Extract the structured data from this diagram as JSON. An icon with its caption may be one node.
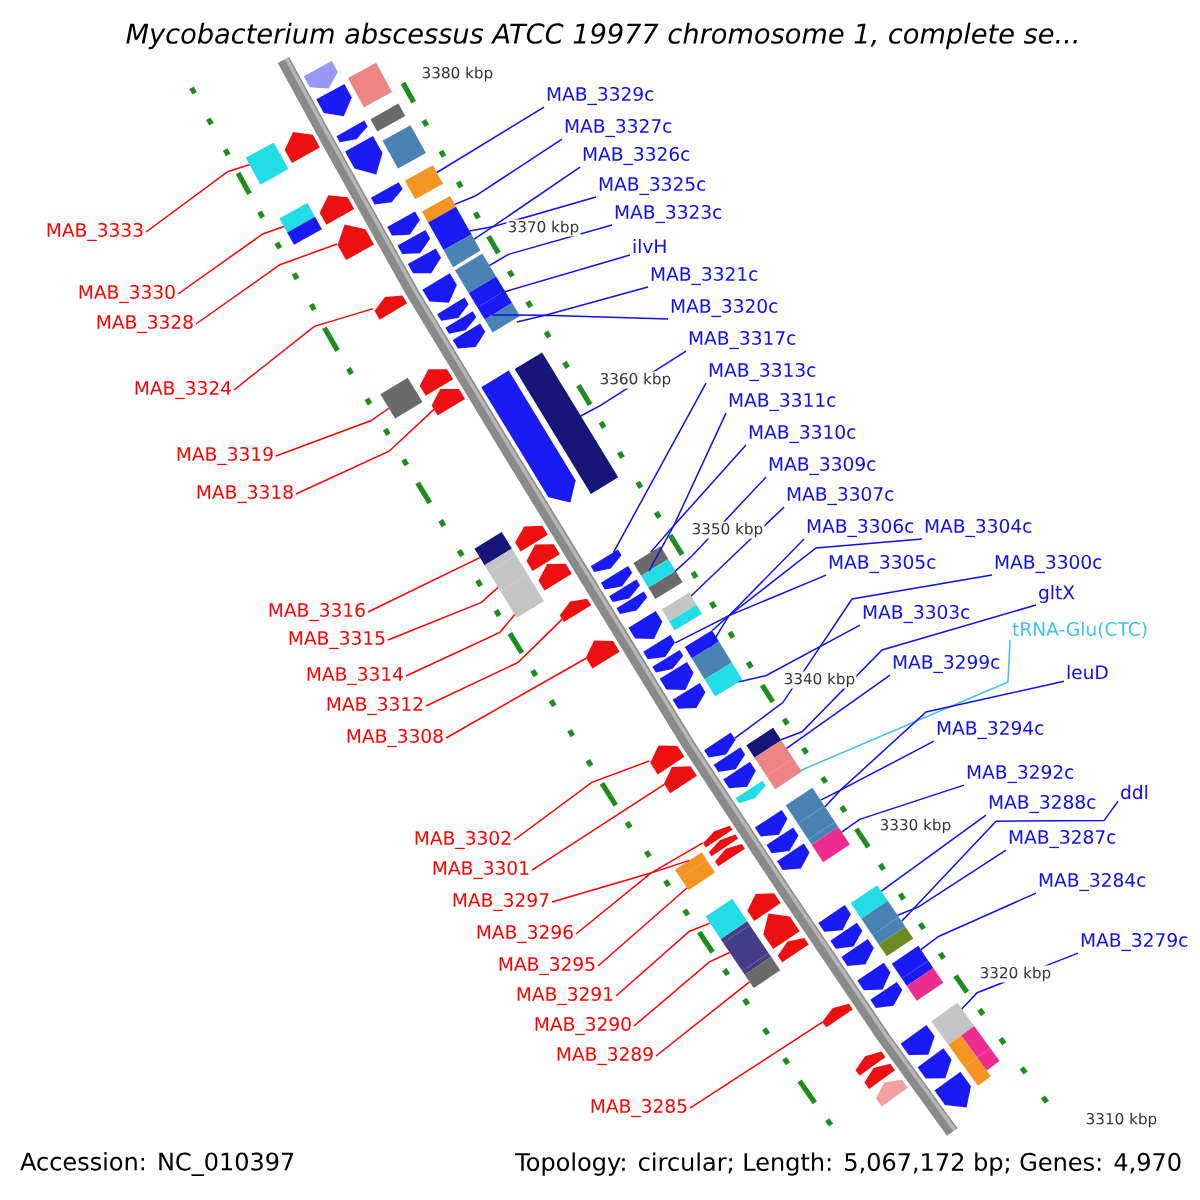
{
  "diagram": {
    "title": "Mycobacterium abscessus ATCC 19977 chromosome 1, complete se...",
    "nodes": [
      {
        "text": [
          "MAB_3329c"
        ]
      },
      {
        "text": [
          "MAB_3327c"
        ]
      },
      {
        "text": [
          "MAB_3326c"
        ]
      },
      {
        "text": [
          "MAB_3325c"
        ]
      },
      {
        "text": [
          "MAB_3323c"
        ]
      },
      {
        "text": [
          "ilvH"
        ]
      },
      {
        "text": [
          "MAB_3321c"
        ]
      },
      {
        "text": [
          "MAB_3320c"
        ]
      },
      {
        "text": [
          "MAB_3317c"
        ]
      },
      {
        "text": [
          "MAB_3313c"
        ]
      },
      {
        "text": [
          "MAB_3311c"
        ]
      },
      {
        "text": [
          "MAB_3310c"
        ]
      },
      {
        "text": [
          "MAB_3309c"
        ]
      },
      {
        "text": [
          "MAB_3307c"
        ]
      },
      {
        "text": [
          "MAB_3306c"
        ]
      },
      {
        "text": [
          "MAB_3304c"
        ]
      },
      {
        "text": [
          "MAB_3305c"
        ]
      },
      {
        "text": [
          "MAB_3300c"
        ]
      },
      {
        "text": [
          "gltX"
        ]
      },
      {
        "text": [
          "MAB_3303c"
        ]
      },
      {
        "text": [
          "tRNA-Glu(CTC)"
        ]
      },
      {
        "text": [
          "MAB_3299c"
        ]
      },
      {
        "text": [
          "leuD"
        ]
      },
      {
        "text": [
          "MAB_3294c"
        ]
      },
      {
        "text": [
          "MAB_3292c"
        ]
      },
      {
        "text": [
          "ddl"
        ]
      },
      {
        "text": [
          "MAB_3288c"
        ]
      },
      {
        "text": [
          "MAB_3287c"
        ]
      },
      {
        "text": [
          "MAB_3284c"
        ]
      },
      {
        "text": [
          "MAB_3279c"
        ]
      },
      {
        "text": [
          "MAB_3333"
        ]
      },
      {
        "text": [
          "MAB_3330"
        ]
      },
      {
        "text": [
          "MAB_3328"
        ]
      },
      {
        "text": [
          "MAB_3324"
        ]
      },
      {
        "text": [
          "MAB_3319"
        ]
      },
      {
        "text": [
          "MAB_3318"
        ]
      },
      {
        "text": [
          "MAB_3316"
        ]
      },
      {
        "text": [
          "MAB_3315"
        ]
      },
      {
        "text": [
          "MAB_3314"
        ]
      },
      {
        "text": [
          "MAB_3312"
        ]
      },
      {
        "text": [
          "MAB_3308"
        ]
      },
      {
        "text": [
          "MAB_3302"
        ]
      },
      {
        "text": [
          "MAB_3301"
        ]
      },
      {
        "text": [
          "MAB_3297"
        ]
      },
      {
        "text": [
          "MAB_3296"
        ]
      },
      {
        "text": [
          "MAB_3295"
        ]
      },
      {
        "text": [
          "MAB_3291"
        ]
      },
      {
        "text": [
          "MAB_3290"
        ]
      },
      {
        "text": [
          "MAB_3289"
        ]
      },
      {
        "text": [
          "MAB_3285"
        ]
      },
      {
        "text": [],
        "shape": "bar"
      },
      {
        "text": [],
        "shape": "bar"
      },
      {
        "text": [],
        "shape": "bar"
      },
      {
        "text": [],
        "shape": "bar"
      },
      {
        "text": [],
        "shape": "bar"
      },
      {
        "text": [],
        "shape": "bar"
      },
      {
        "text": [],
        "shape": "bar"
      },
      {
        "text": [],
        "shape": "bar"
      },
      {
        "text": [],
        "shape": "bar"
      },
      {
        "text": [],
        "shape": "bar"
      },
      {
        "text": [],
        "shape": "bar"
      },
      {
        "text": [],
        "shape": "bar"
      },
      {
        "text": [],
        "shape": "bar"
      },
      {
        "text": [],
        "shape": "bar"
      },
      {
        "text": [],
        "shape": "bar"
      },
      {
        "text": [],
        "shape": "bar"
      },
      {
        "text": [],
        "shape": "bar"
      },
      {
        "text": [],
        "shape": "bar"
      },
      {
        "text": [],
        "shape": "bar"
      },
      {
        "text": [],
        "shape": "bar"
      },
      {
        "text": [],
        "shape": "bar"
      },
      {
        "text": [],
        "shape": "bar"
      },
      {
        "text": [],
        "shape": "bar"
      },
      {
        "text": [],
        "shape": "bar"
      },
      {
        "text": [],
        "shape": "bar"
      },
      {
        "text": [],
        "shape": "bar"
      },
      {
        "text": [],
        "shape": "bar"
      },
      {
        "text": [],
        "shape": "bar"
      },
      {
        "text": [],
        "shape": "bar"
      },
      {
        "text": [],
        "shape": "bar"
      },
      {
        "text": [],
        "shape": "bar"
      },
      {
        "text": [],
        "shape": "bar"
      },
      {
        "text": [],
        "shape": "bar"
      },
      {
        "text": [],
        "shape": "bar"
      },
      {
        "text": [],
        "shape": "bar"
      },
      {
        "text": [],
        "shape": "bar"
      },
      {
        "text": [],
        "shape": "bar"
      },
      {
        "text": [],
        "shape": "bar"
      },
      {
        "text": [],
        "shape": "bar"
      },
      {
        "text": [],
        "shape": "bar"
      },
      {
        "text": [],
        "shape": "bar"
      },
      {
        "text": [],
        "shape": "bar"
      },
      {
        "text": [],
        "shape": "bar"
      },
      {
        "text": [],
        "shape": "bar"
      },
      {
        "text": [],
        "shape": "bar"
      },
      {
        "text": [],
        "shape": "bar"
      },
      {
        "text": [],
        "shape": "bar"
      },
      {
        "text": [],
        "shape": "bar"
      },
      {
        "text": [],
        "shape": "bar"
      },
      {
        "text": [],
        "shape": "bar"
      },
      {
        "text": [],
        "shape": "bar"
      },
      {
        "text": [],
        "shape": "bar"
      },
      {
        "text": [],
        "shape": "bar"
      },
      {
        "text": [],
        "shape": "bar"
      },
      {
        "text": [],
        "shape": "bar"
      },
      {
        "text": [],
        "shape": "bar"
      },
      {
        "text": [],
        "shape": "bar"
      },
      {
        "text": [],
        "shape": "bar"
      },
      {
        "text": [],
        "shape": "bar"
      },
      {
        "text": [],
        "shape": "bar"
      }
    ],
    "edges": [
      {
        "from": 0,
        "to": 50,
        "arrow": "none"
      },
      {
        "from": 1,
        "to": 51,
        "arrow": "none"
      },
      {
        "from": 2,
        "to": 52,
        "arrow": "none"
      },
      {
        "from": 3,
        "to": 53,
        "arrow": "none"
      },
      {
        "from": 4,
        "to": 54,
        "arrow": "none"
      },
      {
        "from": 5,
        "to": 55,
        "arrow": "none"
      },
      {
        "from": 6,
        "to": 56,
        "arrow": "none"
      },
      {
        "from": 7,
        "to": 57,
        "arrow": "none"
      },
      {
        "from": 8,
        "to": 58,
        "arrow": "none"
      },
      {
        "from": 9,
        "to": 59,
        "arrow": "none"
      },
      {
        "from": 10,
        "to": 60,
        "arrow": "none"
      },
      {
        "from": 11,
        "to": 61,
        "arrow": "none"
      },
      {
        "from": 12,
        "to": 62,
        "arrow": "none"
      },
      {
        "from": 13,
        "to": 63,
        "arrow": "none"
      },
      {
        "from": 14,
        "to": 64,
        "arrow": "none"
      },
      {
        "from": 15,
        "to": 65,
        "arrow": "none"
      },
      {
        "from": 16,
        "to": 66,
        "arrow": "none"
      },
      {
        "from": 17,
        "to": 67,
        "arrow": "none"
      },
      {
        "from": 18,
        "to": 68,
        "arrow": "none"
      },
      {
        "from": 19,
        "to": 69,
        "arrow": "none"
      },
      {
        "from": 20,
        "to": 70,
        "arrow": "none",
        "color": "#3ec0f0"
      },
      {
        "from": 21,
        "to": 71,
        "arrow": "none"
      },
      {
        "from": 22,
        "to": 72,
        "arrow": "none"
      },
      {
        "from": 23,
        "to": 73,
        "arrow": "none"
      },
      {
        "from": 24,
        "to": 74,
        "arrow": "none"
      },
      {
        "from": 25,
        "to": 75,
        "arrow": "none"
      },
      {
        "from": 26,
        "to": 76,
        "arrow": "none"
      },
      {
        "from": 27,
        "to": 77,
        "arrow": "none"
      },
      {
        "from": 28,
        "to": 78,
        "arrow": "none"
      },
      {
        "from": 29,
        "to": 79,
        "arrow": "none"
      },
      {
        "from": 30,
        "to": 80,
        "arrow": "none",
        "color": "#ff0000"
      },
      {
        "from": 31,
        "to": 81,
        "arrow": "none",
        "color": "#ff0000"
      },
      {
        "from": 32,
        "to": 82,
        "arrow": "none",
        "color": "#ff0000"
      },
      {
        "from": 33,
        "to": 83,
        "arrow": "none",
        "color": "#ff0000"
      },
      {
        "from": 34,
        "to": 84,
        "arrow": "none",
        "color": "#ff0000"
      },
      {
        "from": 35,
        "to": 85,
        "arrow": "none",
        "color": "#ff0000"
      },
      {
        "from": 36,
        "to": 86,
        "arrow": "none",
        "color": "#ff0000"
      },
      {
        "from": 37,
        "to": 87,
        "arrow": "none",
        "color": "#ff0000"
      },
      {
        "from": 38,
        "to": 88,
        "arrow": "none",
        "color": "#ff0000"
      },
      {
        "from": 39,
        "to": 89,
        "arrow": "none",
        "color": "#ff0000"
      },
      {
        "from": 40,
        "to": 90,
        "arrow": "none",
        "color": "#ff0000"
      },
      {
        "from": 41,
        "to": 91,
        "arrow": "none",
        "color": "#ff0000"
      },
      {
        "from": 42,
        "to": 92,
        "arrow": "none",
        "color": "#ff0000"
      },
      {
        "from": 43,
        "to": 93,
        "arrow": "none",
        "color": "#ff0000"
      },
      {
        "from": 44,
        "to": 94,
        "arrow": "none",
        "color": "#ff0000"
      },
      {
        "from": 45,
        "to": 95,
        "arrow": "none",
        "color": "#ff0000"
      },
      {
        "from": 46,
        "to": 96,
        "arrow": "none",
        "color": "#ff0000"
      },
      {
        "from": 47,
        "to": 97,
        "arrow": "none",
        "color": "#ff0000"
      },
      {
        "from": 48,
        "to": 98,
        "arrow": "none",
        "color": "#ff0000"
      },
      {
        "from": 49,
        "to": 99,
        "arrow": "none",
        "color": "#ff0000"
      }
    ],
    "labels": [
      "3380 kbp",
      "3370 kbp",
      "3360 kbp",
      "3350 kbp",
      "3340 kbp",
      "3330 kbp",
      "3320 kbp",
      "3310 kbp",
      "Accession: NC_010397",
      "Topology: circular; Length: 5,067,172 bp; Genes: 4,970"
    ]
  }
}
